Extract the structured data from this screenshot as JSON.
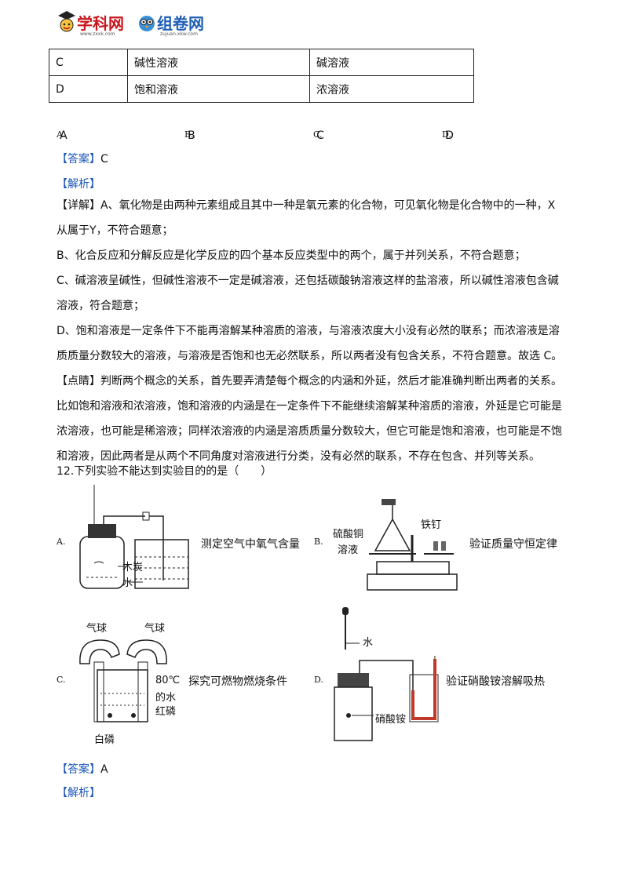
{
  "header": {
    "logo1": "学科网",
    "logo1_sub": "www.zxxk.com",
    "logo2": "组卷网",
    "logo2_sub": "zujuan.xkw.com"
  },
  "table": {
    "rows": [
      {
        "label": "C",
        "col1": "碱性溶液",
        "col2": "碱溶液"
      },
      {
        "label": "D",
        "col1": "饱和溶液",
        "col2": "浓溶液"
      }
    ]
  },
  "choices": [
    {
      "letter": "A.",
      "value": "A"
    },
    {
      "letter": "B.",
      "value": "B"
    },
    {
      "letter": "C.",
      "value": "C"
    },
    {
      "letter": "D.",
      "value": "D"
    }
  ],
  "answer1": {
    "tag": "【答案】",
    "value": "C"
  },
  "analysis1": {
    "tag": "【解析】"
  },
  "detail": {
    "tag": "【详解】",
    "lines": [
      "A、氧化物是由两种元素组成且其中一种是氧元素的化合物，可见氧化物是化合物中的一种，X",
      "从属于Y，不符合题意；",
      "B、化合反应和分解反应是化学反应的四个基本反应类型中的两个，属于并列关系，不符合题意；",
      "C、碱溶液呈碱性，但碱性溶液不一定是碱溶液，还包括碳酸钠溶液这样的盐溶液，所以碱性溶液包含碱",
      "溶液，符合题意；",
      "D、饱和溶液是一定条件下不能再溶解某种溶质的溶液，与溶液浓度大小没有必然的联系；而浓溶液是溶",
      "质质量分数较大的溶液，与溶液是否饱和也无必然联系，所以两者没有包含关系，不符合题意。故选 C。"
    ]
  },
  "comment": {
    "tag": "【点睛】",
    "lines": [
      "判断两个概念的关系，首先要弄清楚每个概念的内涵和外延，然后才能准确判断出两者的关系。",
      "比如饱和溶液和浓溶液，饱和溶液的内涵是在一定条件下不能继续溶解某种溶质的溶液，外延是它可能是",
      "浓溶液，也可能是稀溶液；同样浓溶液的内涵是溶质质量分数较大，但它可能是饱和溶液，也可能是不饱",
      "和溶液，因此两者是从两个不同角度对溶液进行分类，没有必然的联系，不存在包含、并列等关系。"
    ]
  },
  "question12": {
    "number": "12.",
    "text": "下列实验不能达到实验目的的是（　　）"
  },
  "figures": [
    {
      "letter": "A.",
      "caption": "测定空气中氧气含量",
      "labels": [
        "木炭",
        "水"
      ]
    },
    {
      "letter": "B.",
      "caption": "验证质量守恒定律",
      "labels": [
        "硫酸铜",
        "溶液",
        "铁钉"
      ]
    },
    {
      "letter": "C.",
      "caption": "探究可燃物燃烧条件",
      "labels": [
        "气球",
        "气球",
        "80℃",
        "的水",
        "红磷",
        "白磷"
      ]
    },
    {
      "letter": "D.",
      "caption": "验证硝酸铵溶解吸热",
      "labels": [
        "水",
        "硝酸铵"
      ]
    }
  ],
  "answer2": {
    "tag": "【答案】",
    "value": "A"
  },
  "analysis2": {
    "tag": "【解析】"
  },
  "colors": {
    "bracket": "#1a56b8",
    "logo_red": "#c8161d",
    "logo_blue": "#1f5fb4",
    "liquid_red": "#c0392b"
  }
}
